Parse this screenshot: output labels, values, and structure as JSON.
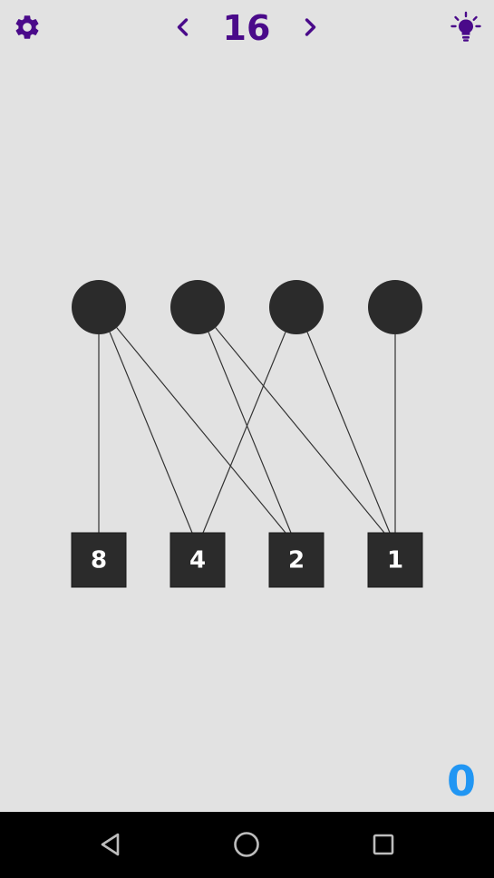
{
  "level": {
    "number": "16"
  },
  "icons": {
    "settings": "gear-icon",
    "previous": "chevron-left-icon",
    "next": "chevron-right-icon",
    "hint": "lightbulb-icon",
    "back": "triangle-back-icon",
    "home": "circle-home-icon",
    "recents": "square-recents-icon"
  },
  "colors": {
    "accent": "#4a0a8a",
    "node": "#2b2b2b",
    "score": "#2196f3",
    "background": "#e2e2e2"
  },
  "puzzle": {
    "top_nodes": [
      "",
      "",
      "",
      ""
    ],
    "bottom_nodes": [
      "8",
      "4",
      "2",
      "1"
    ],
    "connections": [
      [
        0,
        0
      ],
      [
        0,
        1
      ],
      [
        0,
        2
      ],
      [
        1,
        2
      ],
      [
        1,
        3
      ],
      [
        2,
        1
      ],
      [
        2,
        3
      ],
      [
        3,
        3
      ]
    ]
  },
  "score": {
    "value": "0"
  }
}
